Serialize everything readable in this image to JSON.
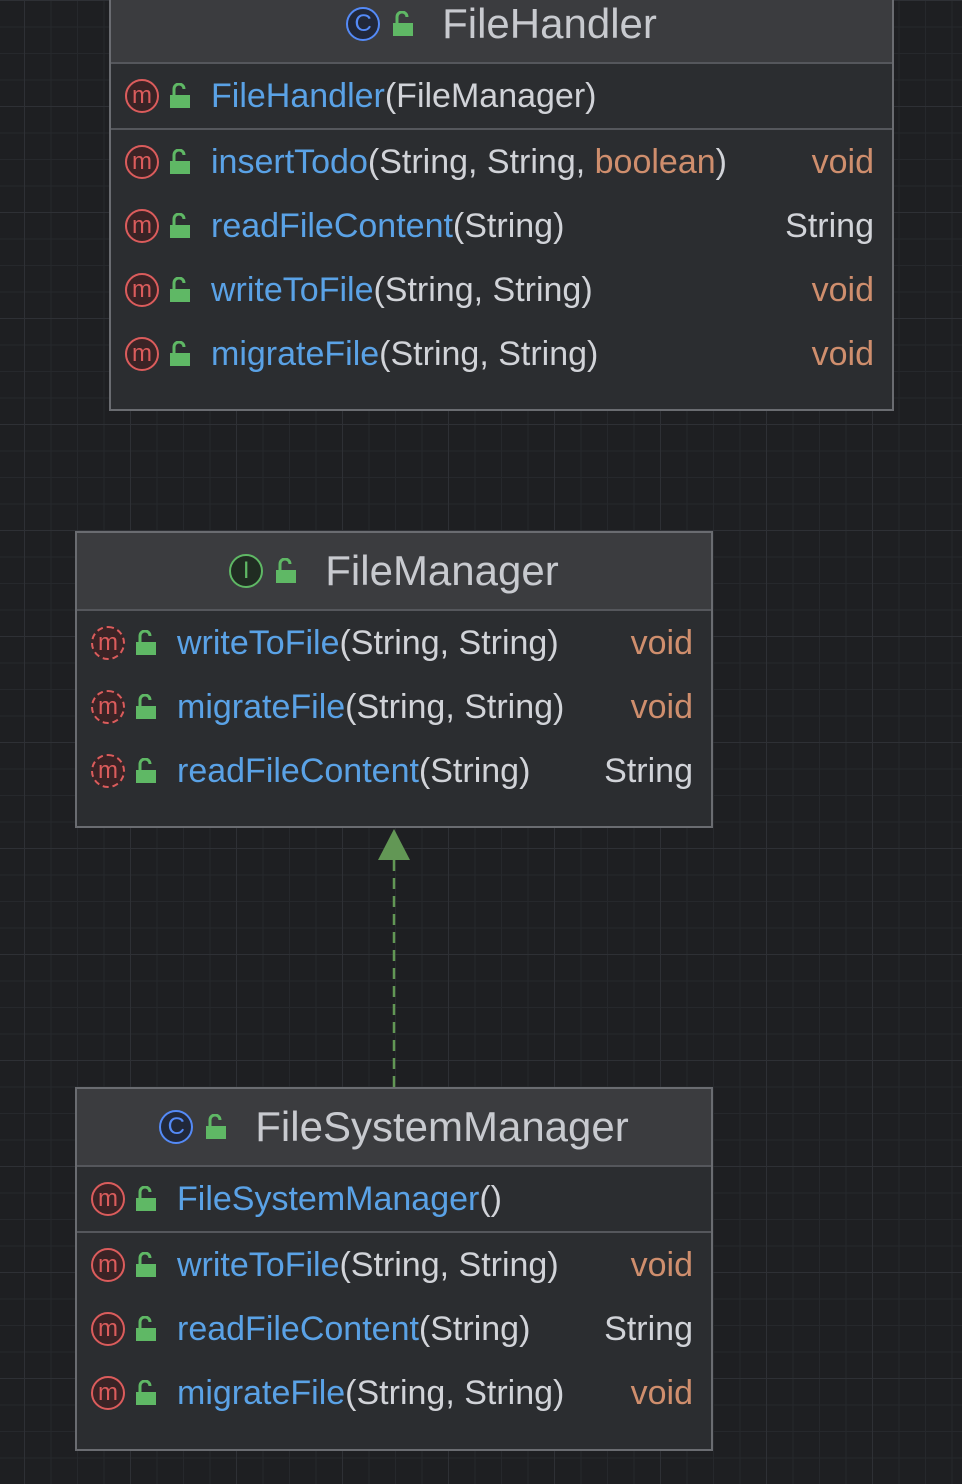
{
  "classes": {
    "file_handler": {
      "kind": "class",
      "badge": "C",
      "name": "FileHandler",
      "constructor": {
        "name": "FileHandler",
        "params": "(FileManager)"
      },
      "methods": [
        {
          "name": "insertTodo",
          "params_a": "(String, String, ",
          "params_kw": "boolean",
          "params_b": ")",
          "ret": "void"
        },
        {
          "name": "readFileContent",
          "params_a": "(String)",
          "ret": "String"
        },
        {
          "name": "writeToFile",
          "params_a": "(String, String)",
          "ret": "void"
        },
        {
          "name": "migrateFile",
          "params_a": "(String, String)",
          "ret": "void"
        }
      ]
    },
    "file_manager": {
      "kind": "interface",
      "badge": "I",
      "name": "FileManager",
      "methods": [
        {
          "name": "writeToFile",
          "params_a": "(String, String)",
          "ret": "void"
        },
        {
          "name": "migrateFile",
          "params_a": "(String, String)",
          "ret": "void"
        },
        {
          "name": "readFileContent",
          "params_a": "(String)",
          "ret": "String"
        }
      ]
    },
    "file_system_manager": {
      "kind": "class",
      "badge": "C",
      "name": "FileSystemManager",
      "constructor": {
        "name": "FileSystemManager",
        "params": "()"
      },
      "methods": [
        {
          "name": "writeToFile",
          "params_a": "(String, String)",
          "ret": "void"
        },
        {
          "name": "readFileContent",
          "params_a": "(String)",
          "ret": "String"
        },
        {
          "name": "migrateFile",
          "params_a": "(String, String)",
          "ret": "void"
        }
      ]
    }
  },
  "icons": {
    "method": "m",
    "class_badge_icon": "circle-c-icon",
    "interface_badge_icon": "circle-i-icon",
    "visibility_icon": "public-lock-icon"
  },
  "colors": {
    "background": "#1e1f22",
    "method_name": "#5aa2e6",
    "keyword_type": "#cf8e6d",
    "realization_edge": "#629755"
  },
  "relations": [
    {
      "type": "realization",
      "from": "FileSystemManager",
      "to": "FileManager"
    }
  ]
}
